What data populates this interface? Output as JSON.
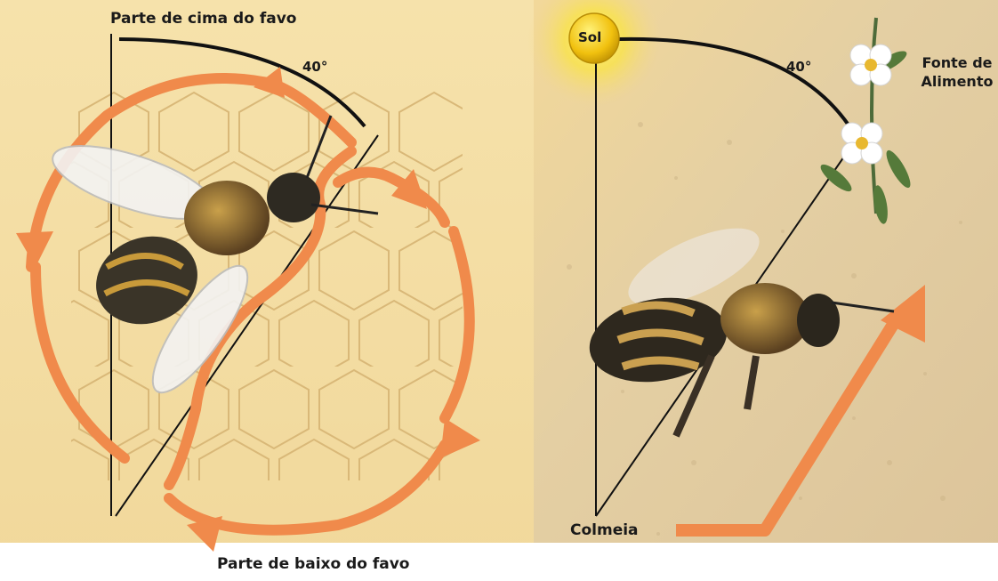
{
  "left_panel": {
    "top_label": "Parte de cima do favo",
    "bottom_label": "Parte de baixo do favo",
    "angle_label": "40°"
  },
  "right_panel": {
    "sun_label": "Sol",
    "angle_label": "40°",
    "hive_label": "Colmeia",
    "food_label": "Fonte de Alimento"
  },
  "colors": {
    "arrow": "#f08a4b",
    "comb_background": "#f3dca0",
    "sand_background": "#e2cfa4",
    "sun": "#f7d21a",
    "line": "#111111"
  }
}
